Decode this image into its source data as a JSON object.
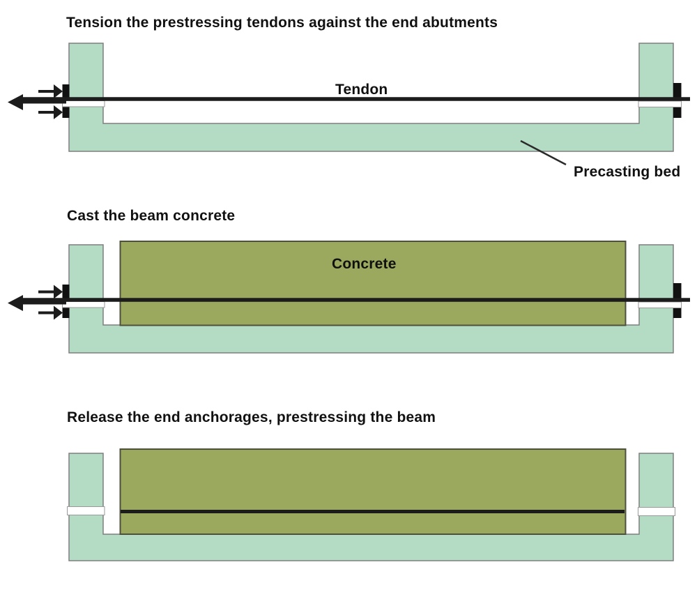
{
  "figure": {
    "steps": [
      {
        "title": "Tension the prestressing tendons against the end abutments",
        "tendon_label": "Tendon",
        "bed_label": "Precasting bed"
      },
      {
        "title": "Cast the beam concrete",
        "concrete_label": "Concrete"
      },
      {
        "title": "Release the end anchorages, prestressing the beam"
      }
    ]
  },
  "colors": {
    "background": "#ffffff",
    "bed_fill": "#b4dcc5",
    "bed_outline": "#7f7f7f",
    "concrete_fill": "#9aa95e",
    "concrete_outline": "#4f4f3e",
    "slot_fill": "#ffffff",
    "slot_outline": "#999999",
    "tendon": "#1c1c1c",
    "anchor": "#111111",
    "leader": "#2a2a2a",
    "text": "#111111"
  }
}
